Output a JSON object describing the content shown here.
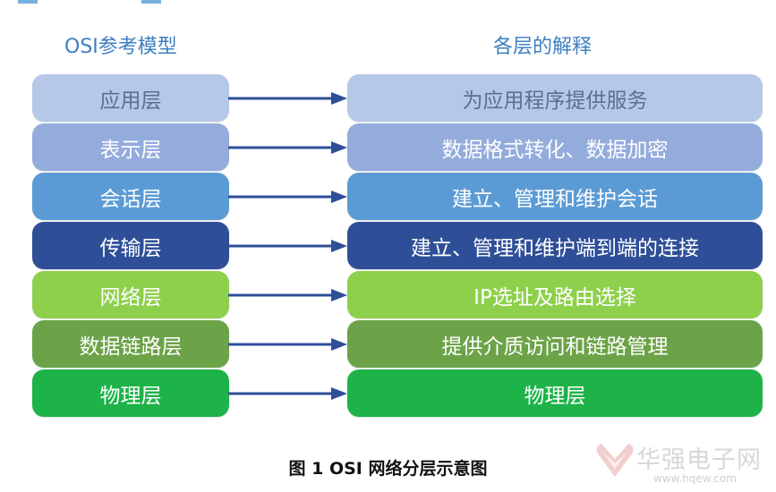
{
  "headers": {
    "left": "OSI参考模型",
    "right": "各层的解释"
  },
  "layers": [
    {
      "name": "应用层",
      "explanation": "为应用程序提供服务",
      "color": "#b6c8e8",
      "text_color": "#5b6f8e"
    },
    {
      "name": "表示层",
      "explanation": "数据格式转化、数据加密",
      "color": "#94acdc",
      "text_color": "#ffffff"
    },
    {
      "name": "会话层",
      "explanation": "建立、管理和维护会话",
      "color": "#5b9bd5",
      "text_color": "#ffffff"
    },
    {
      "name": "传输层",
      "explanation": "建立、管理和维护端到端的连接",
      "color": "#2e4f98",
      "text_color": "#ffffff"
    },
    {
      "name": "网络层",
      "explanation": "IP选址及路由选择",
      "color": "#8ed04c",
      "text_color": "#ffffff"
    },
    {
      "name": "数据链路层",
      "explanation": "提供介质访问和链路管理",
      "color": "#6ca348",
      "text_color": "#ffffff"
    },
    {
      "name": "物理层",
      "explanation": "物理层",
      "color": "#1db349",
      "text_color": "#ffffff"
    }
  ],
  "arrow_color": "#2e4f98",
  "caption": "图 1  OSI 网络分层示意图",
  "watermark": {
    "title": "华强电子网",
    "url": "www.hqew.com"
  }
}
